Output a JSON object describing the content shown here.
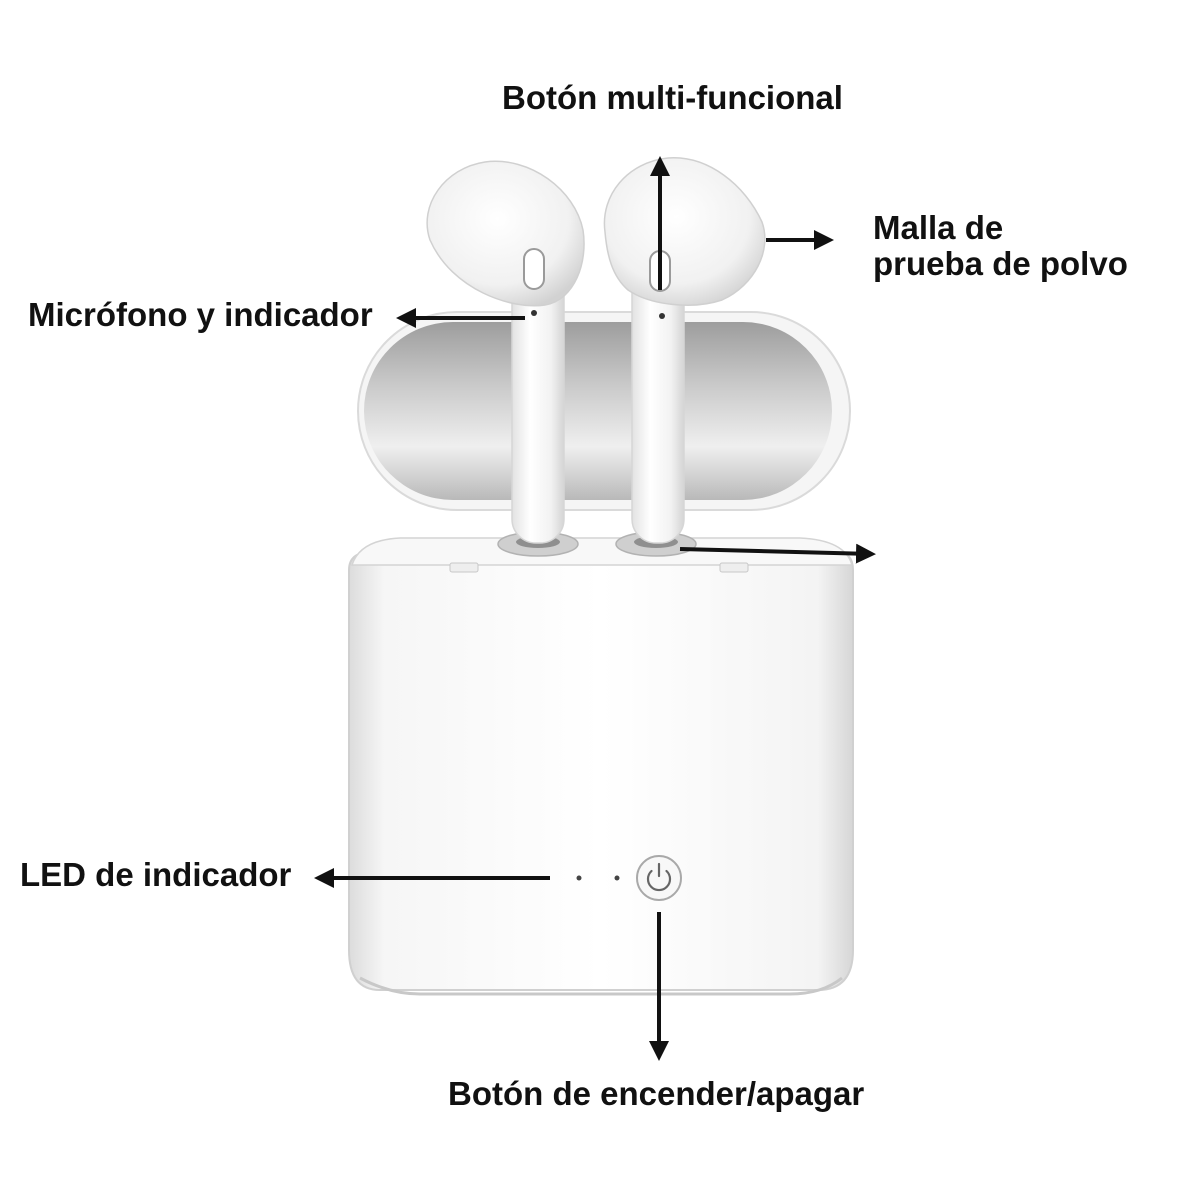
{
  "labels": {
    "multi_function_button": "Botón multi-funcional",
    "dust_mesh_line1": "Malla de",
    "dust_mesh_line2": "prueba de polvo",
    "mic_indicator": "Micrófono y indicador",
    "led_indicator": "LED de indicador",
    "power_button": "Botón de encender/apagar"
  },
  "colors": {
    "label_text": "#111111",
    "arrows": "#111111",
    "case_body": "#f1f1f1",
    "lid_interior": "#bdbdbd",
    "earbud": "#f7f7f7"
  },
  "icons": [
    "power-icon"
  ]
}
